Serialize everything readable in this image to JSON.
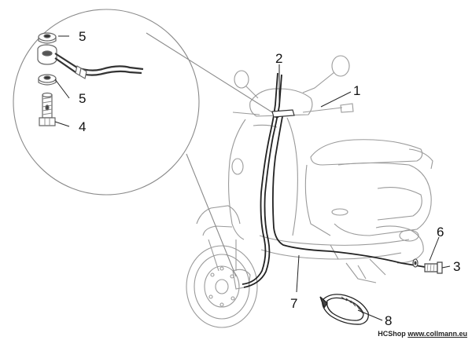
{
  "diagram": {
    "callouts": [
      {
        "id": "c1",
        "label": "1"
      },
      {
        "id": "c2",
        "label": "2"
      },
      {
        "id": "c3",
        "label": "3"
      },
      {
        "id": "c4",
        "label": "4"
      },
      {
        "id": "c5a",
        "label": "5"
      },
      {
        "id": "c5b",
        "label": "5"
      },
      {
        "id": "c6",
        "label": "6"
      },
      {
        "id": "c7",
        "label": "7"
      },
      {
        "id": "c8",
        "label": "8"
      }
    ]
  },
  "footer": {
    "shop": "HCShop",
    "site": "www.collmann.eu"
  },
  "colors": {
    "outline": "#7a7a7a",
    "light": "#bdbdbd",
    "hose": "#222222",
    "text": "#111111"
  }
}
